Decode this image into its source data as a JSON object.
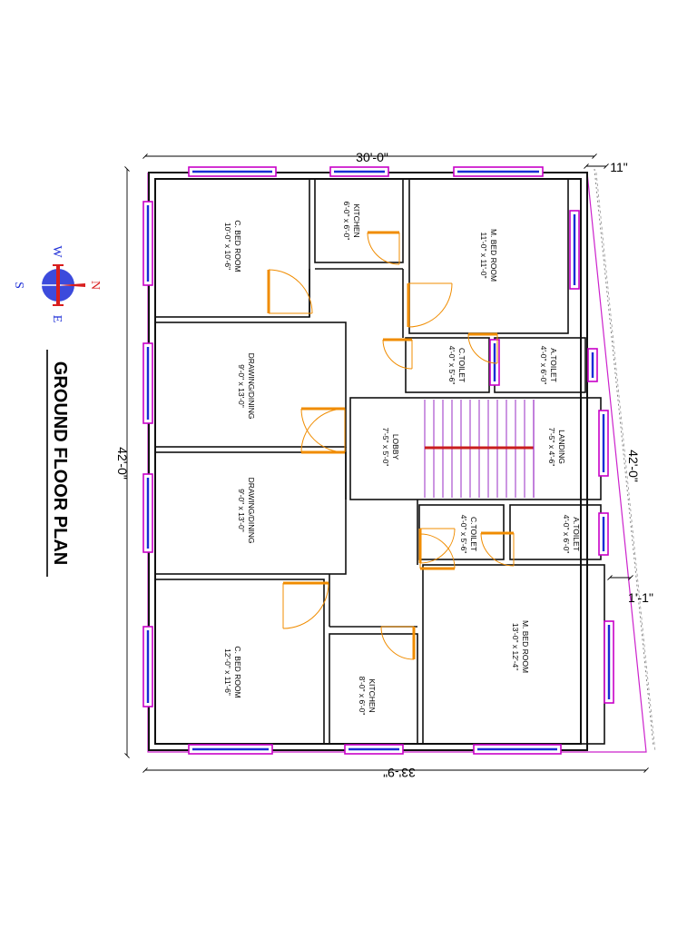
{
  "title": "GROUND FLOOR PLAN",
  "compass": {
    "n": "N",
    "s": "S",
    "e": "E",
    "w": "W"
  },
  "dimensions": {
    "top": "30'-0\"",
    "bottom": "33'-9\"",
    "left": "42'-0\"",
    "right": "42'-0\"",
    "top_right": "11\"",
    "right_mid": "1'-1\""
  },
  "rooms": {
    "c_bed_1": {
      "name": "C. BED ROOM",
      "size": "10'-0\" x 10'-6\""
    },
    "kitchen_1": {
      "name": "KITCHEN",
      "size": "6'-0\" x 6'-0\""
    },
    "m_bed_1": {
      "name": "M. BED ROOM",
      "size": "11'-0\" x 11'-0\""
    },
    "drawing_1": {
      "name": "DRAWING/DINING",
      "size": "9'-0\" x 13'-0\""
    },
    "c_toilet_1": {
      "name": "C.TOILET",
      "size": "4'-0\" x 5'-6\""
    },
    "a_toilet_1": {
      "name": "A.TOILET",
      "size": "4'-0\" x 6'-0\""
    },
    "lobby": {
      "name": "LOBBY",
      "size": "7'-5\" x 5'-0\""
    },
    "landing": {
      "name": "LANDING",
      "size": "7'-5\" x 4'-6\""
    },
    "drawing_2": {
      "name": "DRAWING/DINING",
      "size": "9'-0\" x 13'-0\""
    },
    "c_toilet_2": {
      "name": "C.TOILET",
      "size": "4'-0\" x 5'-6\""
    },
    "a_toilet_2": {
      "name": "A.TOILET",
      "size": "4'-0\" x 6'-0\""
    },
    "c_bed_2": {
      "name": "C. BED ROOM",
      "size": "12'-0\" x 11'-6\""
    },
    "kitchen_2": {
      "name": "KITCHEN",
      "size": "8'-0\" x 6'-0\""
    },
    "m_bed_2": {
      "name": "M. BED ROOM",
      "size": "13'-0\" x 12'-4\""
    }
  },
  "colors": {
    "wall": "#111111",
    "door": "#f08c00",
    "window_frame": "#c800c8",
    "window_glass": "#1a2bd6",
    "stair": "#9a2cc4",
    "stair_rail": "#c81e1e",
    "plot_line": "#cc22cc",
    "compass_blue": "#1a2bd6",
    "compass_red": "#d81e1e"
  }
}
